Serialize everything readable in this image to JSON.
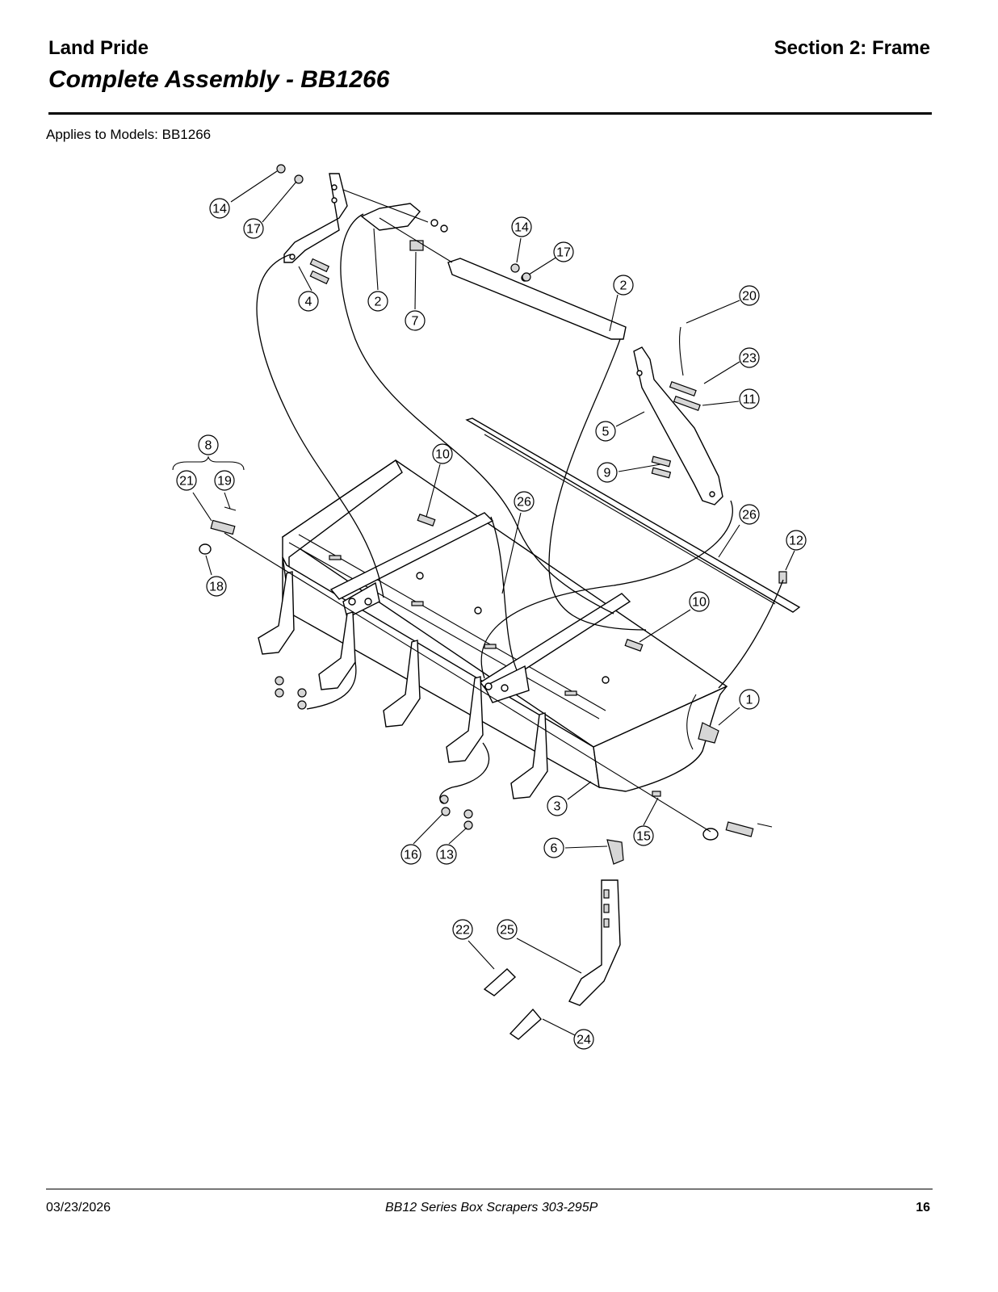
{
  "header": {
    "brand": "Land Pride",
    "section": "Section 2: Frame",
    "title": "Complete Assembly - BB1266",
    "applies_to": "Applies to Models: BB1266"
  },
  "diagram": {
    "callouts": [
      {
        "id": "c14a",
        "label": "14"
      },
      {
        "id": "c17a",
        "label": "17"
      },
      {
        "id": "c4",
        "label": "4"
      },
      {
        "id": "c2a",
        "label": "2"
      },
      {
        "id": "c7",
        "label": "7"
      },
      {
        "id": "c14b",
        "label": "14"
      },
      {
        "id": "c17b",
        "label": "17"
      },
      {
        "id": "c2b",
        "label": "2"
      },
      {
        "id": "c20",
        "label": "20"
      },
      {
        "id": "c23",
        "label": "23"
      },
      {
        "id": "c11",
        "label": "11"
      },
      {
        "id": "c5",
        "label": "5"
      },
      {
        "id": "c9",
        "label": "9"
      },
      {
        "id": "c8",
        "label": "8"
      },
      {
        "id": "c21",
        "label": "21"
      },
      {
        "id": "c19",
        "label": "19"
      },
      {
        "id": "c18",
        "label": "18"
      },
      {
        "id": "c10a",
        "label": "10"
      },
      {
        "id": "c26a",
        "label": "26"
      },
      {
        "id": "c26b",
        "label": "26"
      },
      {
        "id": "c12",
        "label": "12"
      },
      {
        "id": "c10b",
        "label": "10"
      },
      {
        "id": "c1",
        "label": "1"
      },
      {
        "id": "c3",
        "label": "3"
      },
      {
        "id": "c15",
        "label": "15"
      },
      {
        "id": "c6",
        "label": "6"
      },
      {
        "id": "c16",
        "label": "16"
      },
      {
        "id": "c13",
        "label": "13"
      },
      {
        "id": "c22",
        "label": "22"
      },
      {
        "id": "c25",
        "label": "25"
      },
      {
        "id": "c24",
        "label": "24"
      }
    ]
  },
  "footer": {
    "date": "03/23/2026",
    "document": "BB12 Series  Box Scrapers  303-295P",
    "page": "16"
  }
}
